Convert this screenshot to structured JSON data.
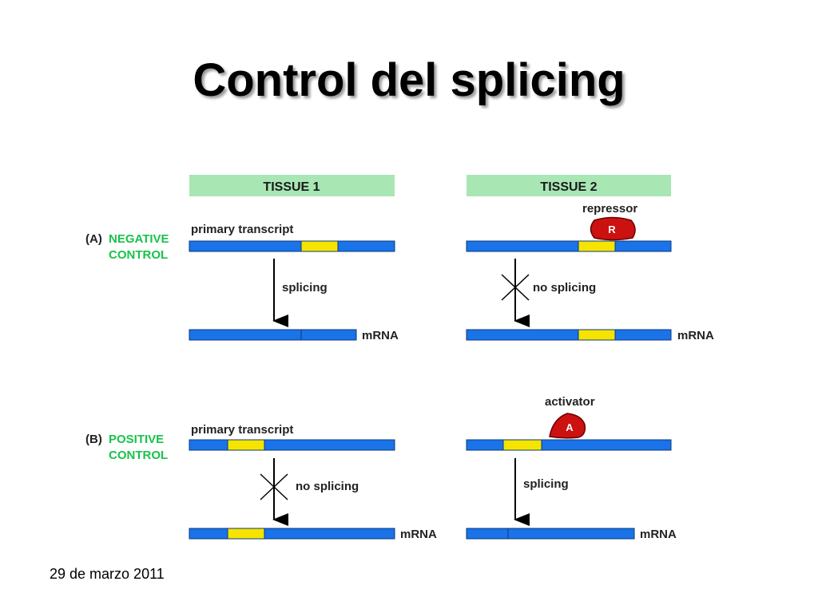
{
  "slide": {
    "title": "Control del splicing",
    "date": "29 de marzo 2011"
  },
  "diagram": {
    "tissue1": "TISSUE 1",
    "tissue2": "TISSUE 2",
    "rowA": {
      "letter": "(A)",
      "line1": "NEGATIVE",
      "line2": "CONTROL"
    },
    "rowB": {
      "letter": "(B)",
      "line1": "POSITIVE",
      "line2": "CONTROL"
    },
    "primary_transcript": "primary transcript",
    "splicing": "splicing",
    "no_splicing": "no splicing",
    "mrna": "mRNA",
    "repressor": "repressor",
    "repressor_letter": "R",
    "activator": "activator",
    "activator_letter": "A"
  },
  "colors": {
    "rna_blue": "#1a73e8",
    "exon_yellow": "#f5e400",
    "header_green": "#a8e6b4",
    "control_green": "#19c24a",
    "protein_red": "#cc1111"
  }
}
